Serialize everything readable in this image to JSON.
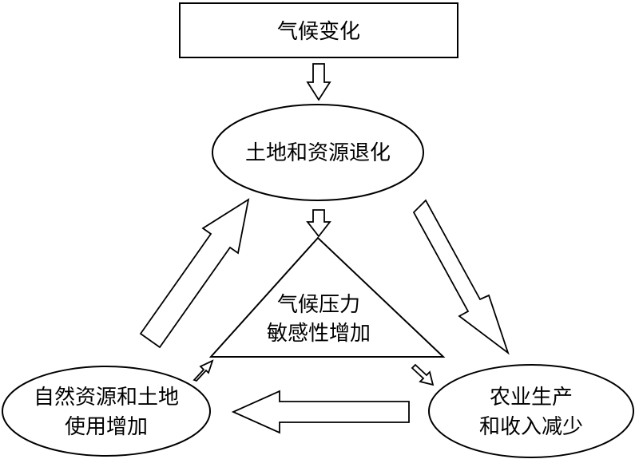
{
  "diagram": {
    "top_box": {
      "label": "气候变化"
    },
    "land_node": {
      "label": "土地和资源退化"
    },
    "pressure_node": {
      "line1": "气候压力",
      "line2": "敏感性增加"
    },
    "resource_node": {
      "line1": "自然资源和土地",
      "line2": "使用增加"
    },
    "agri_node": {
      "line1": "农业生产",
      "line2": "和收入减少"
    }
  },
  "colors": {
    "stroke": "#000000",
    "fill": "#ffffff",
    "background": "#ffffff"
  }
}
